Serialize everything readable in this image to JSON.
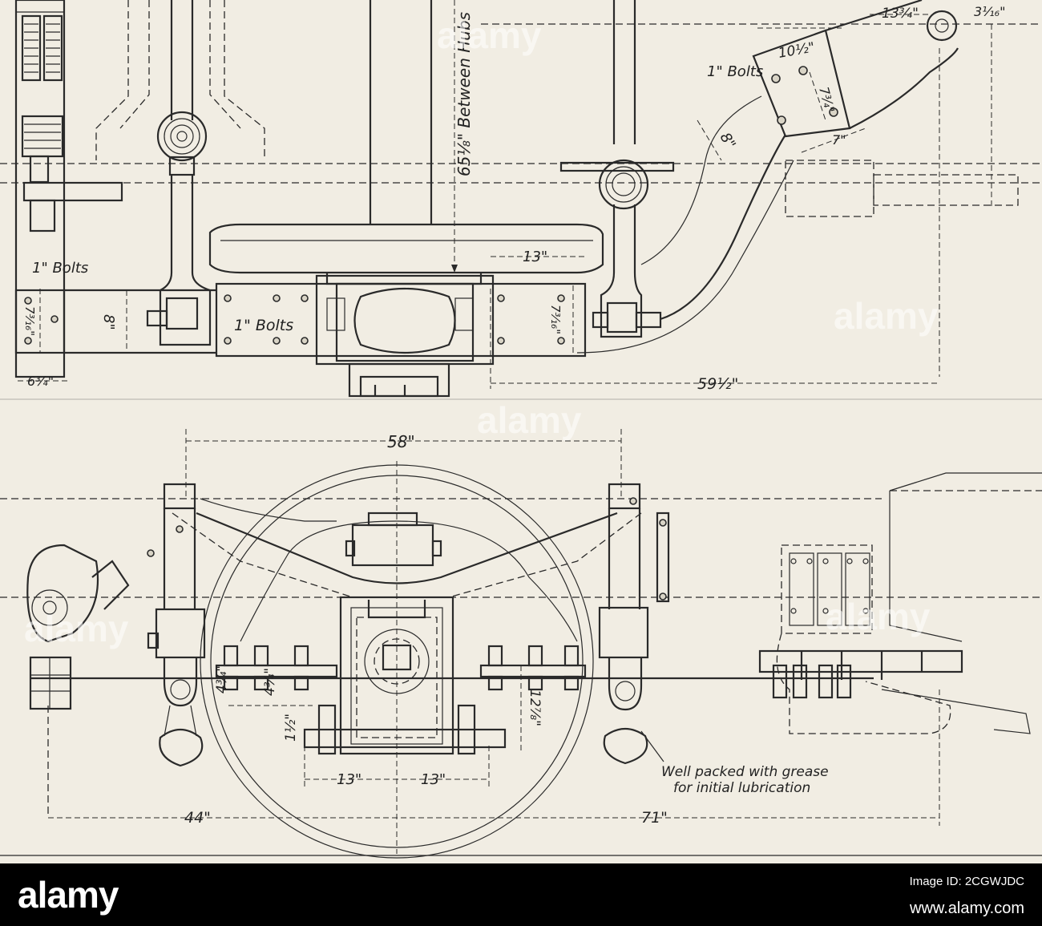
{
  "top_view": {
    "dim_between_hubs": "65⅛\" Between Hubs",
    "dim_10_half": "10½\"",
    "dim_13_3q": "13¾\"",
    "dim_3_1_16": "3¹⁄₁₆\"",
    "bolts_upper": "1\" Bolts",
    "dim_7_3q_plate": "7¾\"",
    "dim_8_arm": "8\"",
    "dim_7_plate": "7\"",
    "dim_13_top": "13\"",
    "bolts_left": "1\" Bolts",
    "bolts_center": "1\" Bolts",
    "dim_7_3_16_left": "7³⁄₁₆\"",
    "dim_8_left": "8\"",
    "dim_7_3_16_right": "7³⁄₁₆\"",
    "dim_6_3q": "6¾\"",
    "dim_59_half": "59½\""
  },
  "side_view": {
    "dim_58": "58\"",
    "dim_4_3q_a": "4¾\"",
    "dim_4_3q_b": "4¾\"",
    "dim_1_half": "1½\"",
    "dim_12_7_8": "12⅞\"",
    "dim_13_a": "13\"",
    "dim_13_b": "13\"",
    "dim_44": "44\"",
    "dim_71": "71\"",
    "grease_line1": "Well packed with grease",
    "grease_line2": "for initial lubrication"
  },
  "watermark": {
    "text": "alamy"
  },
  "footer": {
    "logo": "alamy",
    "image_id": "Image ID: 2CGWJDC",
    "site": "www.alamy.com"
  }
}
